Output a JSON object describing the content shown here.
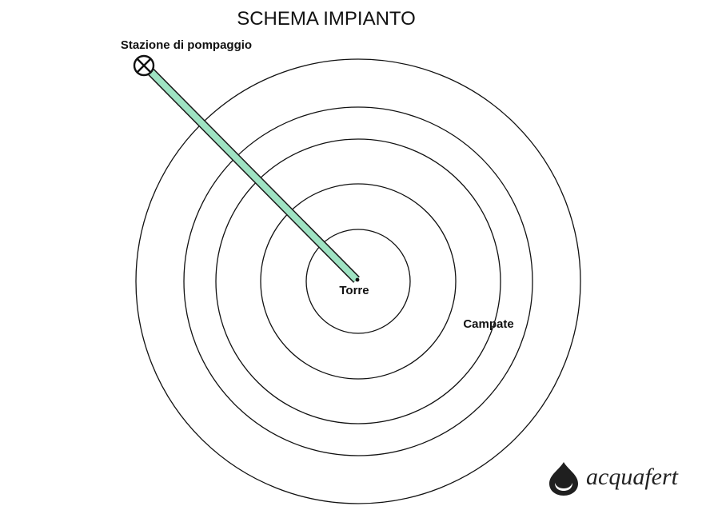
{
  "title": "SCHEMA IMPIANTO",
  "labels": {
    "pump_station": "Stazione di pompaggio",
    "tower": "Torre",
    "spans": "Campate"
  },
  "brand": {
    "name": "acquafert",
    "icon": "water-drop-icon"
  },
  "icons": {
    "pump_station": "circle-cross-icon",
    "tower": "pivot-dot-icon"
  },
  "colors": {
    "pipe_fill": "#9fe3c3",
    "pipe_stroke": "#1a1a1a",
    "lines": "#111111",
    "brand_text": "#222222",
    "background": "#ffffff"
  }
}
